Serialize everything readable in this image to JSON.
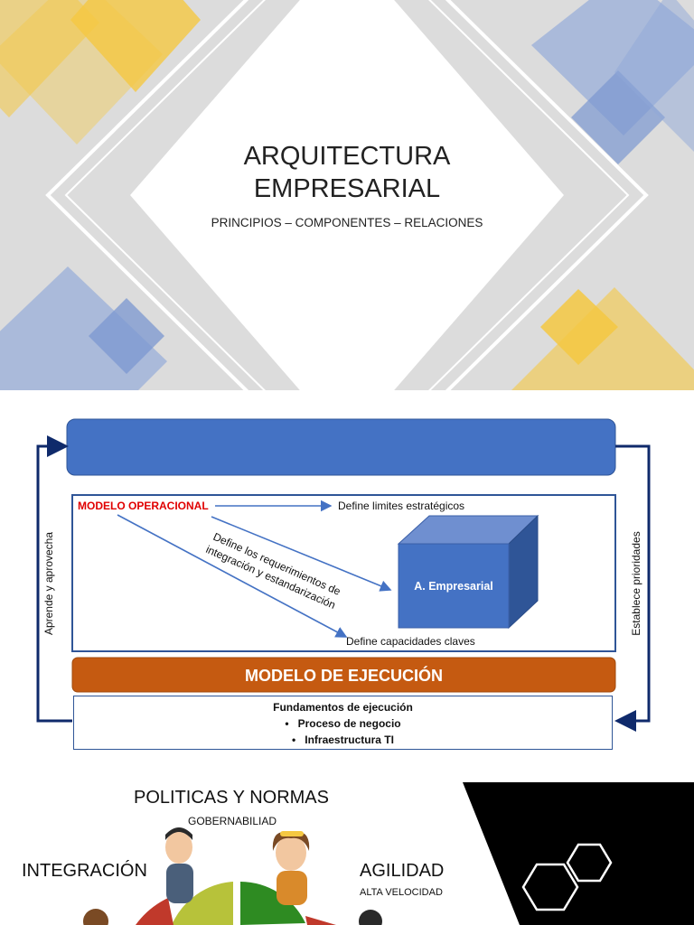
{
  "slide1": {
    "title_line1": "ARQUITECTURA",
    "title_line2": "EMPRESARIAL",
    "subtitle": "PRINCIPIOS – COMPONENTES – RELACIONES",
    "colors": {
      "yellow": "#f5c842",
      "blue": "#8fa8d8",
      "background": "#dcdcdc"
    }
  },
  "slide2": {
    "modelo_operacional": "MODELO OPERACIONAL",
    "define_limites": "Define limites estratégicos",
    "define_requerimientos_line1": "Define los requerimientos de",
    "define_requerimientos_line2": "integración y estandarización",
    "define_capacidades": "Define capacidades claves",
    "cube_label": "A. Empresarial",
    "modelo_ejecucion": "MODELO DE EJECUCIÓN",
    "fundamentos_title": "Fundamentos de ejecución",
    "fundamentos_items": [
      "Proceso de negocio",
      "Infraestructura TI"
    ],
    "left_label": "Aprende y aprovecha",
    "right_label": "Establece prioridades",
    "colors": {
      "top_bar": "#4472c4",
      "execution": "#c55a11",
      "arrow_dark": "#0f2a6b",
      "operational_red": "#e00000"
    }
  },
  "slide3": {
    "politicas": "POLITICAS Y NORMAS",
    "gobernabilidad": "GOBERNABILIAD",
    "integracion": "INTEGRACIÓN",
    "agilidad": "AGILIDAD",
    "alta_velocidad": "ALTA VELOCIDAD"
  }
}
